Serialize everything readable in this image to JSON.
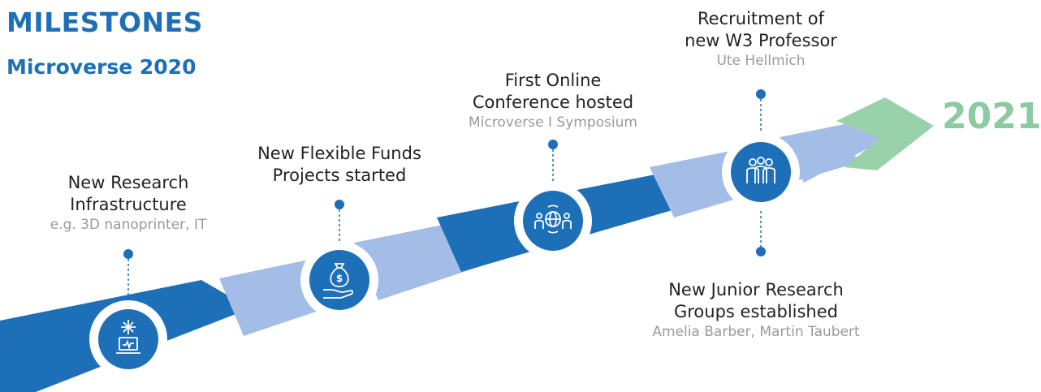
{
  "header": {
    "title": "MILESTONES",
    "subtitle": "Microverse 2020"
  },
  "year_label": "2021",
  "colors": {
    "dark_blue": "#1d6fb7",
    "light_blue": "#a3bde6",
    "green": "#99d2aa",
    "year_green": "#8ccaa1",
    "sub_text_gray": "#9a9a9a"
  },
  "milestones": [
    {
      "icon": "laser-computer-icon",
      "line1": "New Research",
      "line2": "Infrastructure",
      "sub": "e.g. 3D nanoprinter, IT"
    },
    {
      "icon": "money-bag-hand-icon",
      "line1": "New Flexible Funds",
      "line2": "Projects started",
      "sub": ""
    },
    {
      "icon": "globe-people-icon",
      "line1": "First Online",
      "line2": "Conference hosted",
      "sub": "Microverse I Symposium"
    },
    {
      "icon": "people-group-icon",
      "line1": "Recruitment of",
      "line2": "new W3 Professor",
      "sub": "Ute Hellmich"
    },
    {
      "icon": "people-group-icon",
      "line1": "New Junior Research",
      "line2": "Groups established",
      "sub": "Amelia Barber, Martin Taubert"
    }
  ]
}
